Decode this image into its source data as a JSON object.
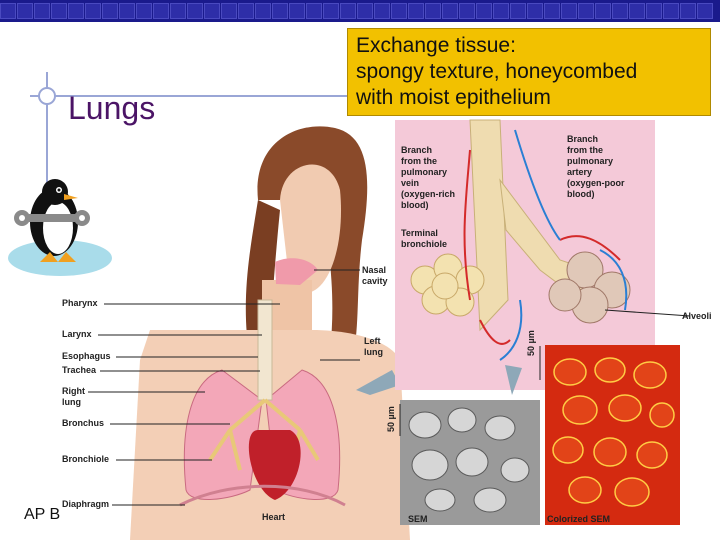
{
  "slide": {
    "title": "Lungs",
    "footer": "AP B",
    "callout": {
      "line1": "Exchange tissue:",
      "line2": "spongy texture, honeycombed",
      "line3": "with moist epithelium"
    }
  },
  "diagram_labels": {
    "pharynx": "Pharynx",
    "larynx": "Larynx",
    "esophagus": "Esophagus",
    "trachea": "Trachea",
    "right_lung_1": "Right",
    "right_lung_2": "lung",
    "bronchus": "Bronchus",
    "bronchiole": "Bronchiole",
    "diaphragm": "Diaphragm",
    "heart": "Heart",
    "nasal_cavity_1": "Nasal",
    "nasal_cavity_2": "cavity",
    "left_lung_1": "Left",
    "left_lung_2": "lung",
    "vein_1": "Branch",
    "vein_2": "from the",
    "vein_3": "pulmonary",
    "vein_4": "vein",
    "vein_5": "(oxygen-rich",
    "vein_6": "blood)",
    "artery_1": "Branch",
    "artery_2": "from the",
    "artery_3": "pulmonary",
    "artery_4": "artery",
    "artery_5": "(oxygen-poor",
    "artery_6": "blood)",
    "terminal_1": "Terminal",
    "terminal_2": "bronchiole",
    "alveoli": "Alveoli",
    "scale_1": "50 µm",
    "scale_2": "50 µm",
    "sem": "SEM",
    "colorized_sem": "Colorized SEM"
  },
  "colors": {
    "header_bar": "#1a1a8c",
    "title": "#4b1466",
    "callout_bg": "#f2c100",
    "inset_bg": "#f4c9d8",
    "artery": "#2a7fd4",
    "vein": "#d42a2a",
    "colorized_sem": "#d42a10"
  },
  "icons": [
    "penguin-wrench-icon"
  ]
}
